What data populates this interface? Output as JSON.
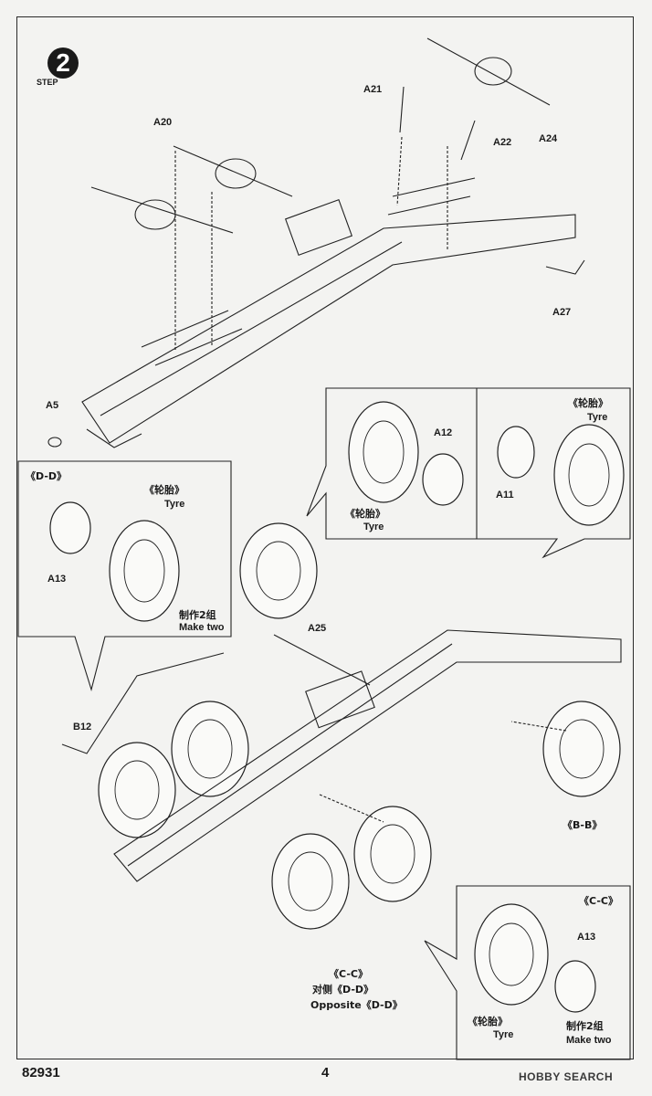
{
  "step": {
    "number": "2",
    "word": "STEP"
  },
  "part_labels": {
    "a20": "A20",
    "a21": "A21",
    "a22": "A22",
    "a24": "A24",
    "a27": "A27",
    "a5": "A5",
    "a12": "A12",
    "a11": "A11",
    "a13_left": "A13",
    "a25": "A25",
    "b12": "B12",
    "a13_right": "A13"
  },
  "callouts": {
    "dd_title": "《D-D》",
    "tyre_cn_1": "《轮胎》",
    "tyre_en_1": "Tyre",
    "make_two_cn_1": "制作2组",
    "make_two_en_1": "Make two",
    "tyre_cn_2": "《轮胎》",
    "tyre_en_2": "Tyre",
    "tyre_cn_3": "《轮胎》",
    "tyre_en_3": "Tyre",
    "bb_label": "《B-B》",
    "cc_label": "《C-C》",
    "opposite_cn": "对侧《D-D》",
    "opposite_en": "Opposite《D-D》",
    "cc_title": "《C-C》",
    "tyre_cn_4": "《轮胎》",
    "tyre_en_4": "Tyre",
    "make_two_cn_2": "制作2组",
    "make_two_en_2": "Make two"
  },
  "footer": {
    "code": "82931",
    "page": "4",
    "watermark": "HOBBY SEARCH"
  }
}
